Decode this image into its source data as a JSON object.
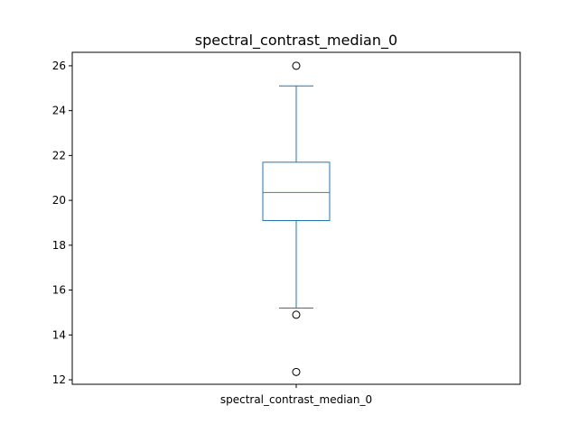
{
  "chart_data": {
    "type": "box",
    "title": "spectral_contrast_median_0",
    "categories": [
      "spectral_contrast_median_0"
    ],
    "ylim": [
      11.8,
      26.6
    ],
    "yticks": [
      12,
      14,
      16,
      18,
      20,
      22,
      24,
      26
    ],
    "ytick_labels": [
      "12",
      "14",
      "16",
      "18",
      "20",
      "22",
      "24",
      "26"
    ],
    "grid": false,
    "box": {
      "whisker_low": 15.2,
      "q1": 19.1,
      "median": 20.35,
      "q3": 21.7,
      "whisker_high": 25.1,
      "outliers": [
        26.0,
        14.9,
        12.35
      ]
    },
    "colors": {
      "box": "#1f77b4",
      "median": "#2ca02c",
      "outlier": "#000000"
    }
  }
}
